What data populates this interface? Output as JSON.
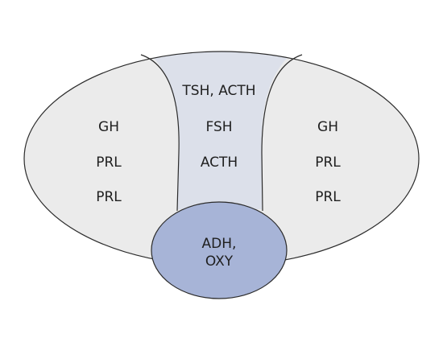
{
  "colors": {
    "outer_fill": "#ebebeb",
    "center_fill": "#dce0ea",
    "inner_fill": "#a7b4d7",
    "stroke": "#2b2b2b"
  },
  "left_region": {
    "labels": [
      "GH",
      "PRL",
      "PRL"
    ]
  },
  "center_region": {
    "labels": [
      "TSH, ACTH",
      "FSH",
      "ACTH"
    ]
  },
  "right_region": {
    "labels": [
      "GH",
      "PRL",
      "PRL"
    ]
  },
  "inner_ellipse": {
    "labels": [
      "ADH,",
      "OXY"
    ]
  }
}
